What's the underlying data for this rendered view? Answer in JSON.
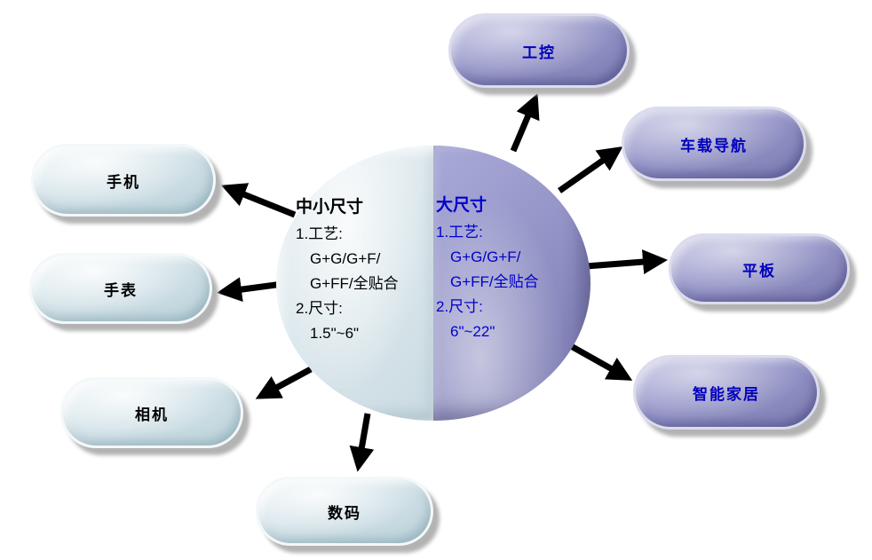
{
  "center": {
    "left": {
      "title": "中小尺寸",
      "lines": [
        "1.工艺:",
        "G+G/G+F/",
        "G+FF/全贴合",
        "2.尺寸:",
        "1.5\"~6\""
      ]
    },
    "right": {
      "title": "大尺寸",
      "lines": [
        "1.工艺:",
        "G+G/G+F/",
        "G+FF/全贴合",
        "2.尺寸:",
        "6\"~22\""
      ]
    }
  },
  "pills": {
    "left": [
      {
        "label": "手机"
      },
      {
        "label": "手表"
      },
      {
        "label": "相机"
      },
      {
        "label": "数码"
      }
    ],
    "right": [
      {
        "label": "工控"
      },
      {
        "label": "车载导航"
      },
      {
        "label": "平板"
      },
      {
        "label": "智能家居"
      }
    ]
  },
  "colors": {
    "left_pill": "#d2e2e8",
    "right_pill": "#9595c8",
    "right_text": "#0000cc",
    "left_text": "#000000",
    "arrow": "#000000"
  }
}
